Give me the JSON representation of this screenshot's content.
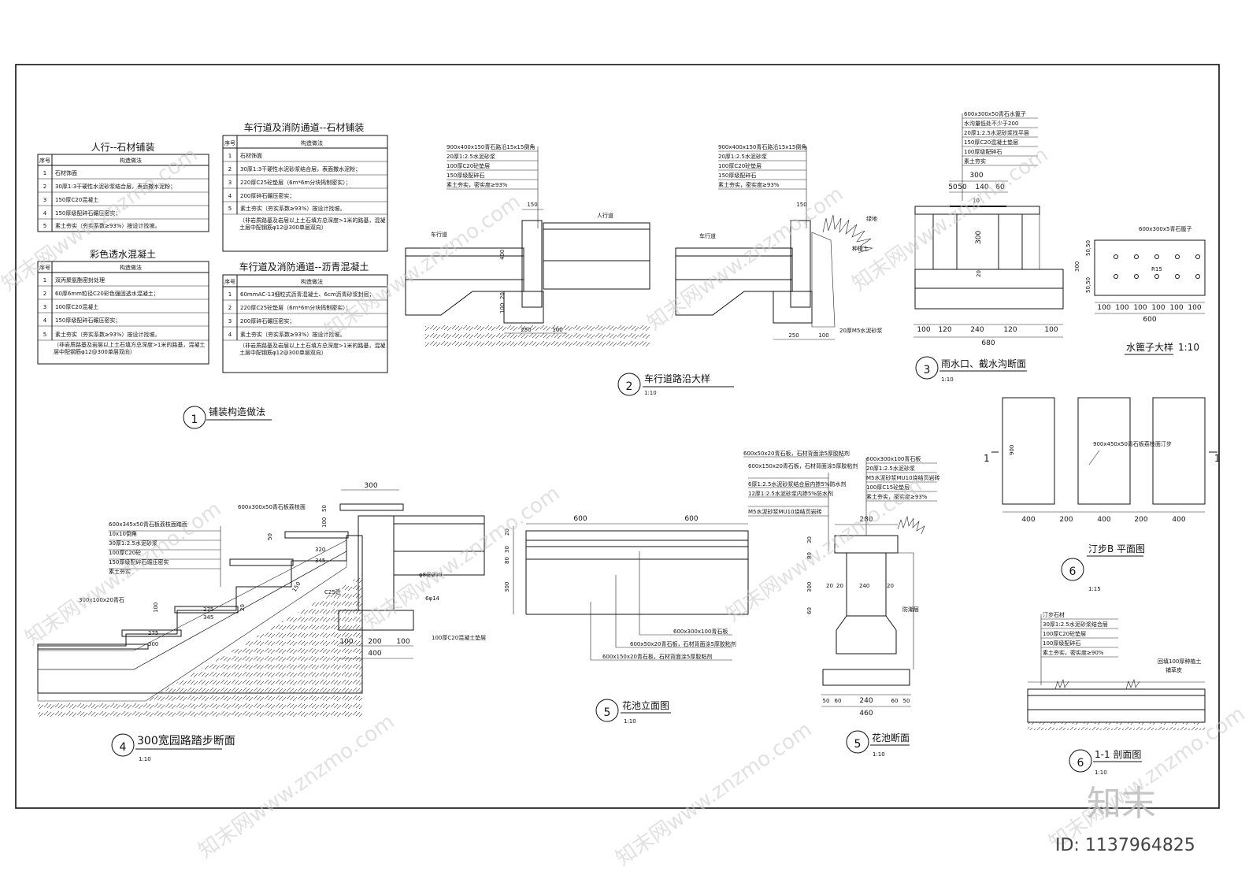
{
  "tables": {
    "t1": {
      "title": "人行--石材铺装",
      "head": [
        "序号",
        "构造做法"
      ],
      "rows": [
        [
          "1",
          "石材饰面"
        ],
        [
          "2",
          "30厚1:3干硬性水泥砂浆结合层，表面撒水泥粉；"
        ],
        [
          "3",
          "150厚C20混凝土"
        ],
        [
          "4",
          "150厚级配碎石碾压密实；"
        ],
        [
          "5",
          "素土夯实（夯实系数≥93%）按设计找坡。"
        ]
      ]
    },
    "t2": {
      "title": "彩色透水混凝土",
      "head": [
        "序号",
        "构造做法"
      ],
      "rows": [
        [
          "1",
          "双丙聚氨酯密封处理"
        ],
        [
          "2",
          "60厚6mm粒径C20彩色强固透水混凝土；"
        ],
        [
          "3",
          "100厚C20混凝土"
        ],
        [
          "4",
          "150厚级配碎石碾压密实；"
        ],
        [
          "5",
          "素土夯实（夯实系数≥93%）按设计找坡。"
        ],
        [
          "",
          "（非岩质路基及岩层以上土石填方总深度>1米的路基，混凝土层中配钢筋φ12@300单层双向）"
        ]
      ]
    },
    "t3": {
      "title": "车行道及消防通道--石材铺装",
      "head": [
        "序号",
        "构造做法"
      ],
      "rows": [
        [
          "1",
          "石材饰面"
        ],
        [
          "2",
          "30厚1:3干硬性水泥砂浆结合层，表面撒水泥粉；"
        ],
        [
          "3",
          "220厚C25砼垫层（6m*6m分块捣制密实）；"
        ],
        [
          "4",
          "200厚碎石碾压密实；"
        ],
        [
          "5",
          "素土夯实（夯实系数≥93%）按设计找坡。"
        ],
        [
          "",
          "（非岩质路基及岩层以上土石填方总深度>1米的路基，混凝土层中配钢筋φ12@300单层双向）"
        ]
      ]
    },
    "t4": {
      "title": "车行道及消防通道--沥青混凝土",
      "head": [
        "序号",
        "构造做法"
      ],
      "rows": [
        [
          "1",
          "60mmAC-13细粒式沥青混凝土、6cm沥青砂浆封层；"
        ],
        [
          "2",
          "220厚C25砼垫层（6m*6m分块捣制密实）；"
        ],
        [
          "3",
          "200厚碎石碾压密实；"
        ],
        [
          "4",
          "素土夯实（夯实系数≥93%）按设计找坡。"
        ],
        [
          "",
          "（非岩质路基及岩层以上土石填方总深度>1米的路基，混凝土层中配钢筋φ12@300单层双向）"
        ]
      ]
    }
  },
  "titles": {
    "n1": "1",
    "l1": "铺装构造做法",
    "n2": "2",
    "l2": "车行道路沿大样",
    "s2": "1:10",
    "n3": "3",
    "l3": "雨水口、截水沟断面",
    "s3": "1:10",
    "l3b": "水篦子大样",
    "s3b": "1:10",
    "n4": "4",
    "l4": "300宽园路踏步断面",
    "s4": "1:10",
    "n5": "5",
    "l5": "花池立面图",
    "s5": "1:10",
    "n5b": "5",
    "l5b": "花池断面",
    "s5b": "1:10",
    "n6": "6",
    "l6": "汀步B 平面图",
    "s6": "1:15",
    "n6b": "6",
    "l6b": "1-1 剖面图",
    "s6b": "1:10"
  },
  "curb": {
    "layers": [
      "900x400x150青石路沿15x15倒角",
      "20厚1:2.5水泥砂浆",
      "100厚C20砼垫层",
      "150厚级配碎石",
      "素土夯实，密实度≥93%"
    ],
    "road": "车行道",
    "walk": "人行道",
    "green": "绿地",
    "lane": "种植土",
    "mortar": "20厚M5水泥砂浆",
    "d150": "150",
    "d400": "400",
    "d100": "100",
    "d20": "20",
    "d250": "250"
  },
  "drain": {
    "layers": [
      "600x300x50青石水篦子",
      "水沟量低处不少于200",
      "20厚1:2.5水泥砂浆找平层",
      "150厚C20混凝土垫层",
      "100厚级配碎石",
      "素土夯实"
    ],
    "top": "300",
    "dims": [
      "50",
      "50",
      "140",
      "60"
    ],
    "bottom": [
      "100",
      "120",
      "240",
      "120",
      "100"
    ],
    "total": "680",
    "h300": "300",
    "h20": "20",
    "h10": "10",
    "grate": "600x300x5青石篦子",
    "grateDims": [
      "100",
      "100",
      "100",
      "100",
      "100",
      "100"
    ],
    "grateTotal": "600",
    "grateH": [
      "50,50",
      "300",
      "50,50"
    ],
    "radius": "R15"
  },
  "step": {
    "layers": [
      "600x345x50青石板荔枝面踏面",
      "10x10倒角",
      "30厚1:2.5水泥砂浆",
      "100厚C20砼",
      "150厚级配碎石碾压密实",
      "素土夯实"
    ],
    "cap": "600x300x50青石板荔枝面",
    "riser": "300x100x20青石",
    "w300": "300",
    "d": [
      "50",
      "100",
      "50",
      "320",
      "345",
      "275",
      "345",
      "275",
      "300",
      "150",
      "100",
      "20",
      "C25砼",
      "φ8@200",
      "6φ14"
    ],
    "base": [
      "100",
      "200",
      "100"
    ],
    "baseTotal": "400",
    "baseNote": "100厚C20混凝土垫层"
  },
  "planter": {
    "w": [
      "600",
      "600"
    ],
    "h": [
      "20",
      "30",
      "80",
      "300"
    ],
    "labels": [
      "600x300x100青石板",
      "600x50x20青石板，石材背面涂5厚胶粘剂",
      "600x150x20青石板，石材背面涂5厚胶粘剂"
    ],
    "secLayers": [
      "600x50x20青石板，石材背面涂5厚胶粘剂",
      "600x150x20青石板，石材背面涂5厚胶粘剂",
      "6厚1:2.5水泥砂浆结合层内掺5%防水剂",
      "12厚1:2.5水泥砂浆内掺5%防水剂",
      "M5水泥砂浆MU10烧结页岩砖"
    ],
    "secLayers2": [
      "600x300x100青石板",
      "20厚1:2.5水泥砂浆",
      "M5水泥砂浆MU10烧结页岩砖",
      "100厚C15砼垫层",
      "素土夯实，密实度≥93%"
    ],
    "sec": {
      "top": "280",
      "h": [
        "30",
        "80",
        "300",
        "60"
      ],
      "in": [
        "20",
        "20",
        "240",
        "20"
      ],
      "base": [
        "50",
        "60",
        "240",
        "60",
        "50"
      ],
      "total": "460",
      "wp": "防潮层"
    }
  },
  "stone": {
    "label": "900x450x50青石板荔枝面汀步",
    "h": "900",
    "w": [
      "400",
      "200",
      "400",
      "200",
      "400"
    ],
    "cut": "1",
    "secLayers": [
      "汀步石材",
      "30厚1:2.5水泥砂浆结合层",
      "100厚C20砼垫层",
      "100厚级配碎石",
      "素土夯实，密实度≥90%"
    ],
    "fill": "回填100厚种植土",
    "fill2": "铺草皮"
  },
  "brand": {
    "logo": "知末",
    "id": "ID: 1137964825",
    "watermark": "知末网www.znzmo.com"
  }
}
